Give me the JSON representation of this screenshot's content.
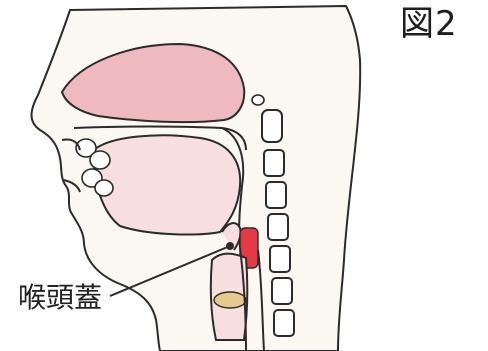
{
  "figure": {
    "label": "図2"
  },
  "labels": {
    "epiglottis": "喉頭蓋"
  },
  "colors": {
    "outline": "#2b2b2b",
    "skin": "#faf8f0",
    "palate_pink": "#efb9c0",
    "tongue_pink": "#f6dfde",
    "highlight_red": "#e53945",
    "cartilage_tan": "#e6c98c",
    "background": "#ffffff"
  },
  "icons": [
    "epiglottis-pointer-dot"
  ]
}
